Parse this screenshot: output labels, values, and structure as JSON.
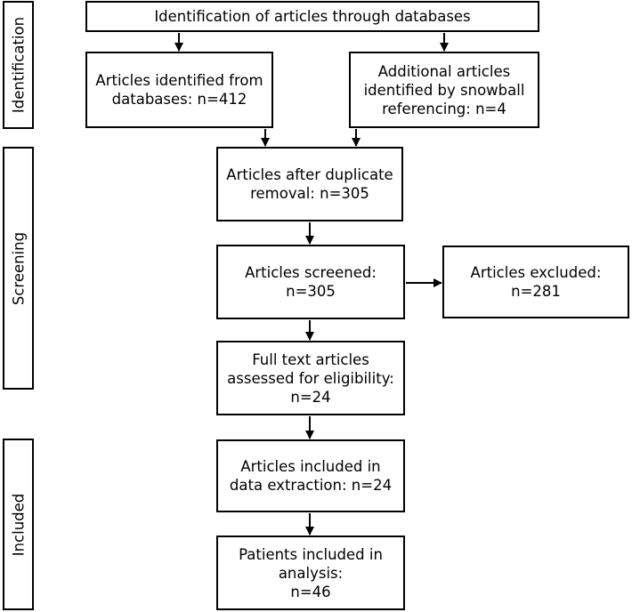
{
  "stages": {
    "identification": "Identification",
    "screening": "Screening",
    "included": "Included"
  },
  "boxes": {
    "top": [
      "Identification of articles through databases"
    ],
    "databases": [
      "Articles identified from",
      "databases: n=412"
    ],
    "snowball": [
      "Additional articles",
      "identified by snowball",
      "referencing: n=4"
    ],
    "duplicates": [
      "Articles after duplicate",
      "removal: n=305"
    ],
    "screened": [
      "Articles screened:",
      "n=305"
    ],
    "excluded": [
      "Articles excluded:",
      "n=281"
    ],
    "fulltext": [
      "Full text articles",
      "assessed for eligibility:",
      "n=24"
    ],
    "extraction": [
      "Articles included in",
      "data extraction: n=24"
    ],
    "patients": [
      "Patients included in",
      "analysis:",
      "n=46"
    ]
  }
}
